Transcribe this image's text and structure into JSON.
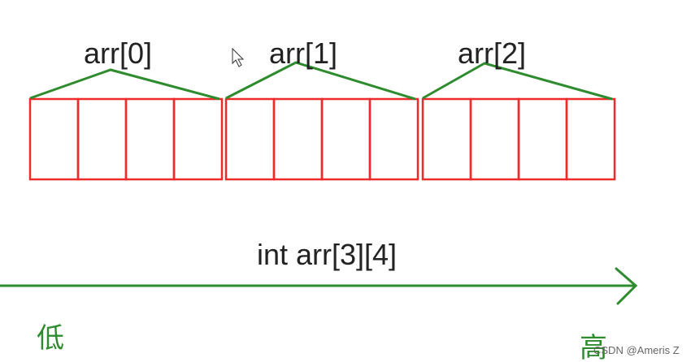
{
  "diagram": {
    "groups": [
      {
        "label": "arr[0]",
        "cells": 4
      },
      {
        "label": "arr[1]",
        "cells": 4
      },
      {
        "label": "arr[2]",
        "cells": 4
      }
    ],
    "declaration": "int arr[3][4]",
    "low_label": "低",
    "high_label": "高",
    "watermark": "CSDN @Ameris Z",
    "colors": {
      "cell": "#ee2a2a",
      "bracket": "#2e8b2e",
      "arrow": "#2e8b2e"
    }
  }
}
